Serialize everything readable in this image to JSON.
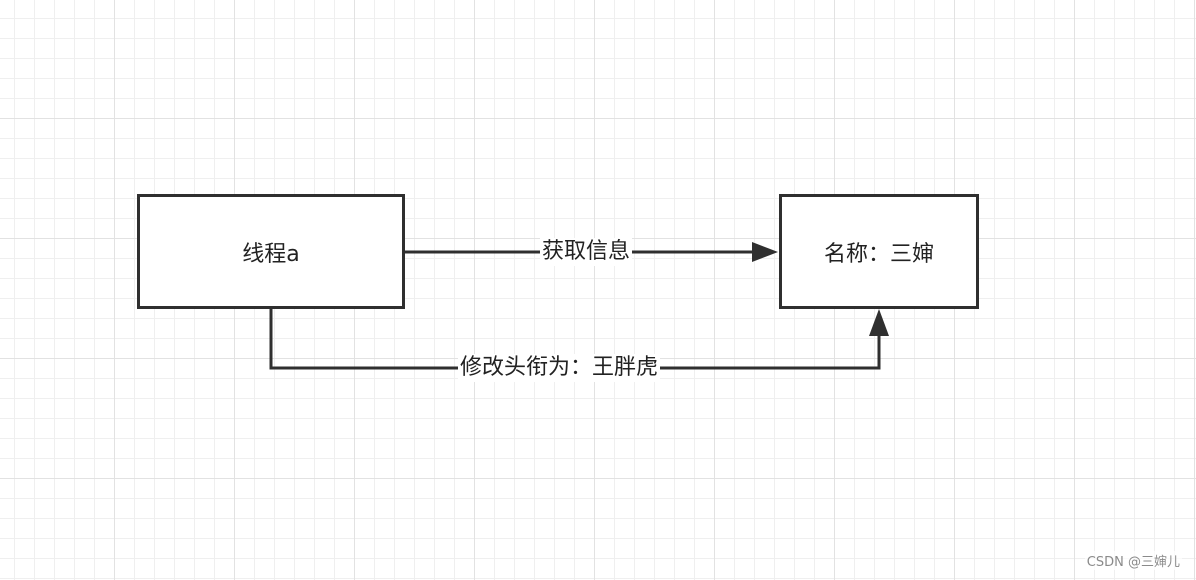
{
  "diagram": {
    "nodes": {
      "thread": {
        "label": "线程a"
      },
      "name": {
        "label": "名称：三婶"
      }
    },
    "edges": [
      {
        "from": "thread",
        "to": "name",
        "label": "获取信息"
      },
      {
        "from": "thread",
        "to": "name",
        "label": "修改头衔为：王胖虎"
      }
    ]
  },
  "watermark": "CSDN @三婶儿",
  "colors": {
    "line": "#2f2f2f",
    "text": "#222222",
    "grid_minor": "#efefef",
    "grid_major": "#e2e2e2"
  }
}
